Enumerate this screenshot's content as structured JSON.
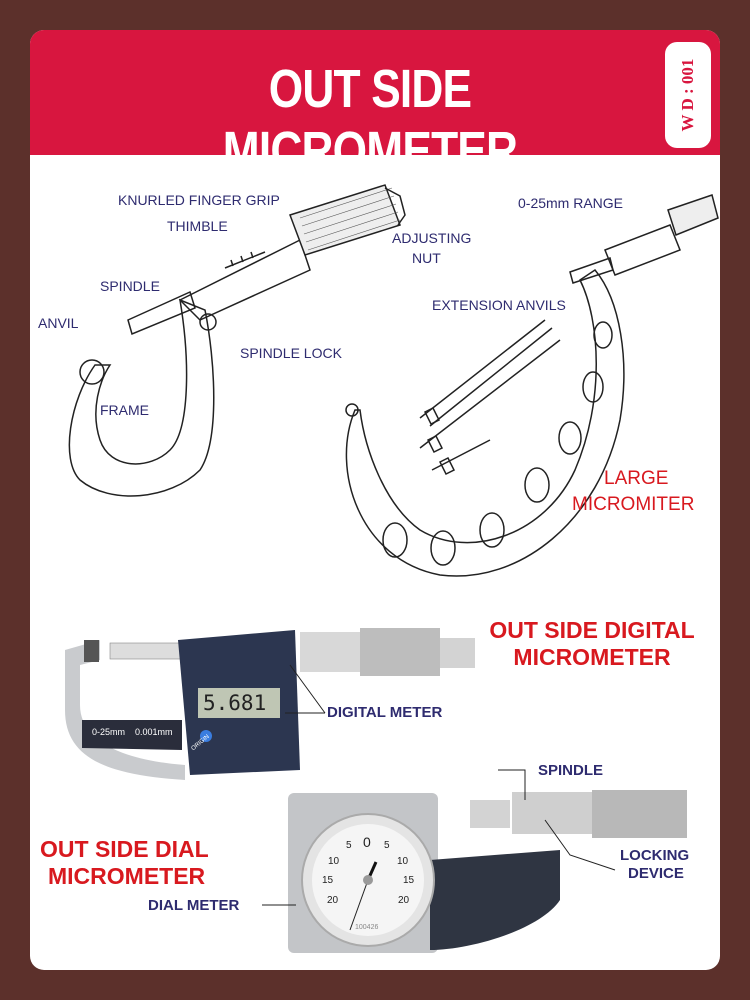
{
  "header": {
    "title": "OUT SIDE MICROMETER",
    "badge": "W D : 001"
  },
  "outside_micrometer": {
    "labels": {
      "knurled_finger_grip": "KNURLED FINGER GRIP",
      "thimble": "THIMBLE",
      "adjusting_nut": [
        "ADJUSTING",
        "NUT"
      ],
      "spindle": "SPINDLE",
      "anvil": "ANVIL",
      "spindle_lock": "SPINDLE LOCK",
      "frame": "FRAME"
    }
  },
  "large_micrometer": {
    "labels": {
      "range": "0-25mm  RANGE",
      "extension_anvils": "EXTENSION ANVILS"
    },
    "title": [
      "LARGE",
      "MICROMITER"
    ]
  },
  "digital_micrometer": {
    "title": [
      "OUT SIDE DIGITAL",
      "MICROMETER"
    ],
    "display_value": "5.681",
    "frame_text": [
      "0-25mm",
      "0.001mm"
    ],
    "button_text": "ORIGIN",
    "label": "DIGITAL METER"
  },
  "dial_micrometer": {
    "title": [
      "OUT SIDE DIAL",
      "MICROMETER"
    ],
    "dial_numbers": [
      "0",
      "5",
      "5",
      "10",
      "10",
      "15",
      "15",
      "20",
      "20"
    ],
    "dial_serial": "100426",
    "labels": {
      "spindle": "SPINDLE",
      "locking_device": [
        "LOCKING",
        "DEVICE"
      ],
      "dial_meter": "DIAL METER"
    }
  },
  "colors": {
    "background": "#5c302b",
    "header": "#d8163f",
    "label": "#2e2b6f",
    "red_title": "#d8191f"
  }
}
